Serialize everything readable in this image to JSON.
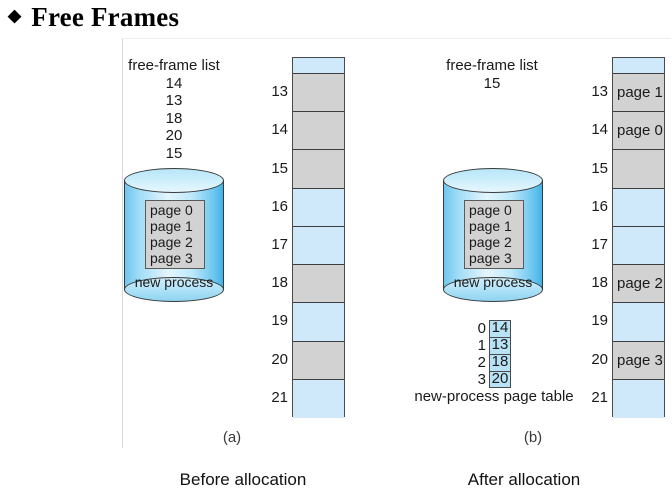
{
  "slide": {
    "bullet_glyph": "◆",
    "title": "Free Frames"
  },
  "figure": {
    "panel_a": {
      "sublabel": "(a)",
      "caption": "Before allocation",
      "free_frame_list": {
        "heading": "free-frame list",
        "frames": [
          "14",
          "13",
          "18",
          "20",
          "15"
        ]
      },
      "disk": {
        "pages": [
          "page 0",
          "page 1",
          "page 2",
          "page 3"
        ],
        "label": "new process"
      },
      "memory": {
        "partial_top": {
          "state": "free",
          "content": ""
        },
        "frames": [
          {
            "number": "13",
            "state": "used",
            "content": ""
          },
          {
            "number": "14",
            "state": "used",
            "content": ""
          },
          {
            "number": "15",
            "state": "used",
            "content": ""
          },
          {
            "number": "16",
            "state": "free",
            "content": ""
          },
          {
            "number": "17",
            "state": "free",
            "content": ""
          },
          {
            "number": "18",
            "state": "used",
            "content": ""
          },
          {
            "number": "19",
            "state": "free",
            "content": ""
          },
          {
            "number": "20",
            "state": "used",
            "content": ""
          },
          {
            "number": "21",
            "state": "free",
            "content": ""
          }
        ]
      }
    },
    "panel_b": {
      "sublabel": "(b)",
      "caption": "After allocation",
      "free_frame_list": {
        "heading": "free-frame list",
        "frames": [
          "15"
        ]
      },
      "disk": {
        "pages": [
          "page 0",
          "page 1",
          "page 2",
          "page 3"
        ],
        "label": "new process"
      },
      "page_table": {
        "label": "new-process page table",
        "rows": [
          {
            "index": "0",
            "frame": "14"
          },
          {
            "index": "1",
            "frame": "13"
          },
          {
            "index": "2",
            "frame": "18"
          },
          {
            "index": "3",
            "frame": "20"
          }
        ]
      },
      "memory": {
        "partial_top": {
          "state": "free",
          "content": ""
        },
        "frames": [
          {
            "number": "13",
            "state": "used",
            "content": "page 1"
          },
          {
            "number": "14",
            "state": "used",
            "content": "page 0"
          },
          {
            "number": "15",
            "state": "used",
            "content": ""
          },
          {
            "number": "16",
            "state": "free",
            "content": ""
          },
          {
            "number": "17",
            "state": "free",
            "content": ""
          },
          {
            "number": "18",
            "state": "used",
            "content": "page 2"
          },
          {
            "number": "19",
            "state": "free",
            "content": ""
          },
          {
            "number": "20",
            "state": "used",
            "content": "page 3"
          },
          {
            "number": "21",
            "state": "free",
            "content": ""
          }
        ]
      }
    }
  },
  "colors": {
    "free_frame": "#cfe9fa",
    "used_frame": "#d2d2d2",
    "frame_border": "#3d3d3d",
    "page_table_cell": "#b8e2f5",
    "disk_blue": "#8fd5f3"
  }
}
